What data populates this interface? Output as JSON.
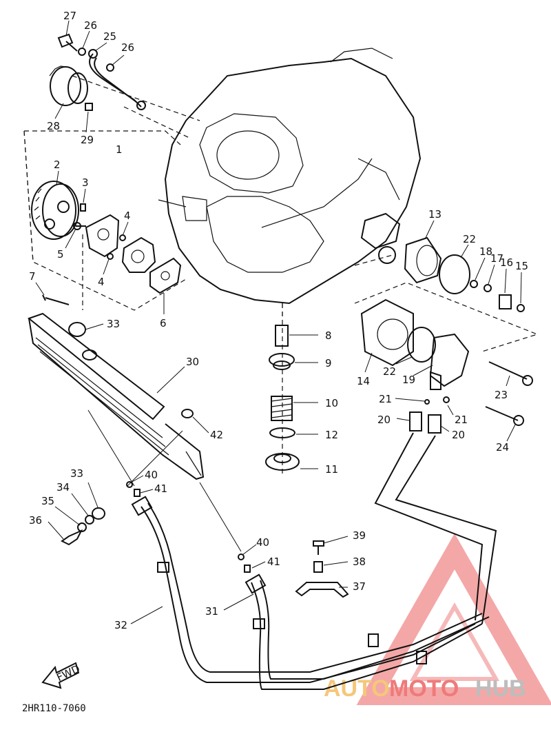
{
  "diagram": {
    "part_number_code": "2HR110-7060",
    "fwd_label": "FWD",
    "callouts": [
      "27",
      "26",
      "25",
      "26",
      "28",
      "29",
      "1",
      "2",
      "3",
      "4",
      "5",
      "4",
      "7",
      "6",
      "33",
      "30",
      "42",
      "33",
      "34",
      "35",
      "36",
      "40",
      "41",
      "8",
      "9",
      "10",
      "12",
      "11",
      "13",
      "22",
      "18",
      "17",
      "16",
      "15",
      "14",
      "22",
      "19",
      "23",
      "21",
      "20",
      "21",
      "20",
      "24",
      "40",
      "41",
      "39",
      "38",
      "37",
      "31",
      "32"
    ]
  },
  "watermark": {
    "text_auto": "AUTO",
    "text_moto": "MOTO",
    "text_hub": "HUB",
    "colors": {
      "auto": "#f5c77a",
      "moto": "#ef7a7a",
      "hub": "#bdbdbd",
      "triangle": "#f08a8a"
    }
  }
}
